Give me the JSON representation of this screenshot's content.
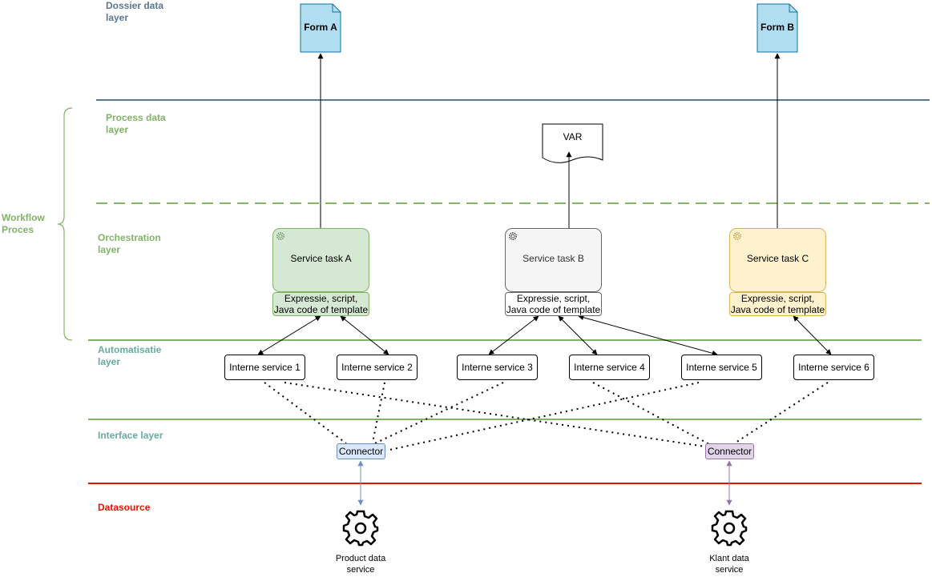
{
  "layers": {
    "dossier": "Dossier data\nlayer",
    "process": "Process data\nlayer",
    "workflow": "Workflow\nProces",
    "orchestration": "Orchestration\nlayer",
    "automatisatie": "Automatisatie\nlayer",
    "interface": "Interface layer",
    "datasource": "Datasource"
  },
  "forms": [
    "Form A",
    "Form B"
  ],
  "var_label": "VAR",
  "service_tasks": [
    {
      "label": "Service task A",
      "expr": "Expressie, script,\nJava code of template"
    },
    {
      "label": "Service task B",
      "expr": "Expressie, script,\nJava code of template"
    },
    {
      "label": "Service task C",
      "expr": "Expressie, script,\nJava code of template"
    }
  ],
  "interne_services": [
    "Interne service 1",
    "Interne service 2",
    "Interne service 3",
    "Interne service 4",
    "Interne service 5",
    "Interne service 6"
  ],
  "connectors": [
    "Connector",
    "Connector"
  ],
  "data_services": [
    "Product data\nservice",
    "Klant data\nservice"
  ],
  "colors": {
    "dossier_line": "#5b7794",
    "green": "#82b366",
    "green_text": "#82b366",
    "teal_text": "#67ab9f",
    "red": "#e51400",
    "form_fill": "#b1ddf0",
    "form_stroke": "#10739e",
    "task_a_fill": "#d5e8d4",
    "task_b_fill": "#f5f5f5",
    "task_c_fill": "#fff2cc",
    "task_c_stroke": "#d6b656",
    "connector1_fill": "#dae8fc",
    "connector1_stroke": "#6c8ebf",
    "connector2_fill": "#e1d5e7",
    "connector2_stroke": "#9673a6"
  },
  "icons": [
    "gear-icon",
    "document-icon",
    "arrow-icon"
  ]
}
